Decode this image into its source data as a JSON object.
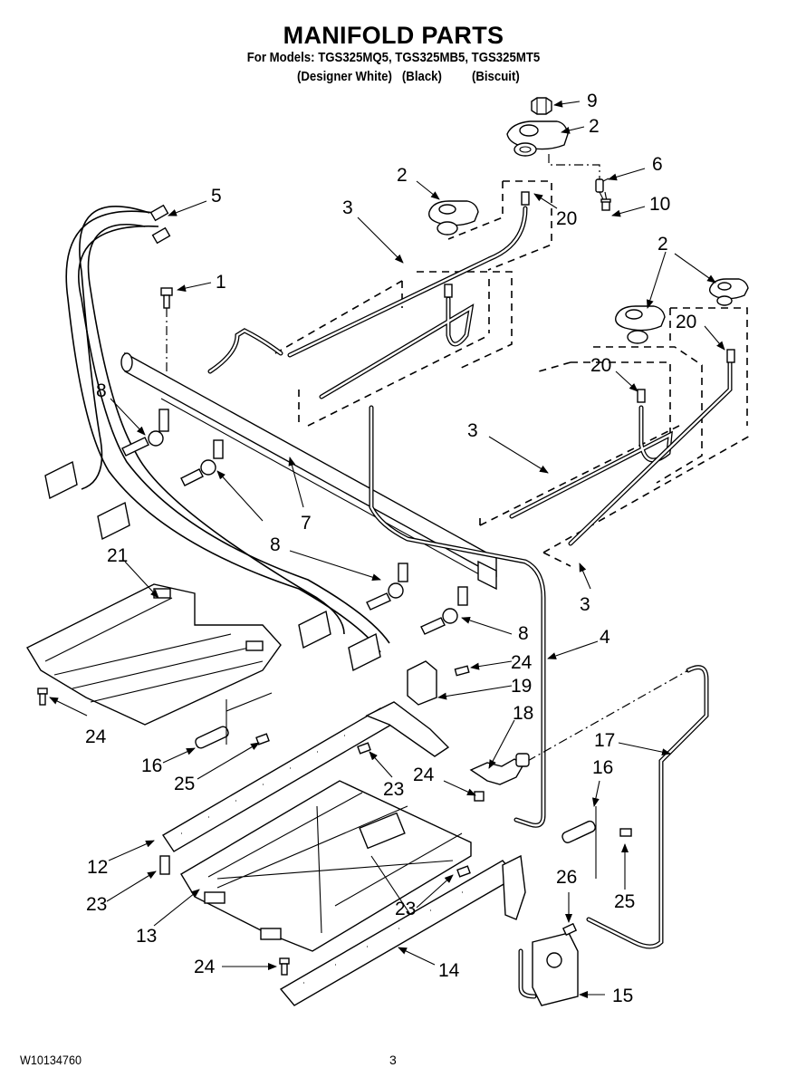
{
  "header": {
    "title": "MANIFOLD PARTS",
    "models_line": "For Models: TGS325MQ5, TGS325MB5, TGS325MT5",
    "colors": [
      "(Designer White)",
      "(Black)",
      "(Biscuit)"
    ]
  },
  "footer": {
    "document_number": "W10134760",
    "page_number": "3"
  },
  "callouts": [
    {
      "id": "c9",
      "label": "9"
    },
    {
      "id": "c2a",
      "label": "2"
    },
    {
      "id": "c6",
      "label": "6"
    },
    {
      "id": "c10",
      "label": "10"
    },
    {
      "id": "c2b",
      "label": "2"
    },
    {
      "id": "c20a",
      "label": "20"
    },
    {
      "id": "c5",
      "label": "5"
    },
    {
      "id": "c3a",
      "label": "3"
    },
    {
      "id": "c1",
      "label": "1"
    },
    {
      "id": "c2c",
      "label": "2"
    },
    {
      "id": "c20b",
      "label": "20"
    },
    {
      "id": "c20c",
      "label": "20"
    },
    {
      "id": "c8a",
      "label": "8"
    },
    {
      "id": "c3b",
      "label": "3"
    },
    {
      "id": "c7",
      "label": "7"
    },
    {
      "id": "c21",
      "label": "21"
    },
    {
      "id": "c8b",
      "label": "8"
    },
    {
      "id": "c3c",
      "label": "3"
    },
    {
      "id": "c8c",
      "label": "8"
    },
    {
      "id": "c4",
      "label": "4"
    },
    {
      "id": "c24a",
      "label": "24"
    },
    {
      "id": "c19",
      "label": "19"
    },
    {
      "id": "c24b",
      "label": "24"
    },
    {
      "id": "c18",
      "label": "18"
    },
    {
      "id": "c17",
      "label": "17"
    },
    {
      "id": "c16a",
      "label": "16"
    },
    {
      "id": "c25a",
      "label": "25"
    },
    {
      "id": "c23a",
      "label": "23"
    },
    {
      "id": "c24c",
      "label": "24"
    },
    {
      "id": "c16b",
      "label": "16"
    },
    {
      "id": "c12",
      "label": "12"
    },
    {
      "id": "c23b",
      "label": "23"
    },
    {
      "id": "c26",
      "label": "26"
    },
    {
      "id": "c25b",
      "label": "25"
    },
    {
      "id": "c23c",
      "label": "23"
    },
    {
      "id": "c13",
      "label": "13"
    },
    {
      "id": "c24d",
      "label": "24"
    },
    {
      "id": "c14",
      "label": "14"
    },
    {
      "id": "c15",
      "label": "15"
    }
  ]
}
